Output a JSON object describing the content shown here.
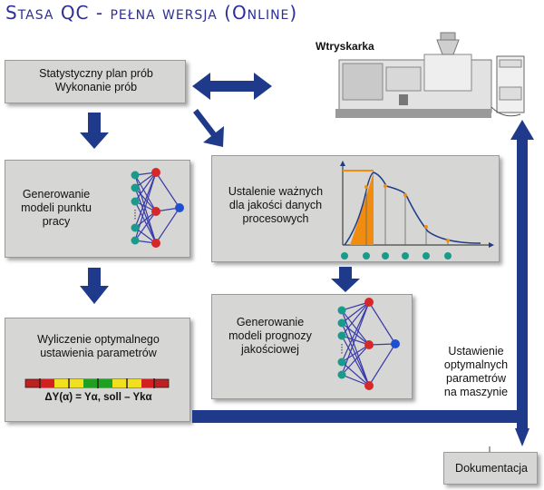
{
  "title": "Stasa QC - pełna wersja (Online)",
  "boxes": {
    "plan": {
      "line1": "Statystyczny plan prób",
      "line2": "Wykonanie prób"
    },
    "model_punkt": {
      "line1": "Generowanie",
      "line2": "modeli punktu",
      "line3": "pracy"
    },
    "ustalenie": {
      "line1": "Ustalenie ważnych",
      "line2": "dla jakości  danych",
      "line3": "procesowych"
    },
    "prognoza": {
      "line1": "Generowanie",
      "line2": "modeli prognozy",
      "line3": "jakościowej"
    },
    "wyliczenie": {
      "line1": "Wyliczenie optymalnego",
      "line2": "ustawienia parametrów",
      "formula": "ΔY(α) = Yα, soll – Ykα"
    },
    "dokumentacja": {
      "label": "Dokumentacja"
    }
  },
  "machine": {
    "label": "Wtryskarka"
  },
  "side_label": {
    "line1": "Ustawienie",
    "line2": "optymalnych",
    "line3": "parametrów",
    "line4": "na maszynie"
  },
  "colors": {
    "arrow": "#1f3a8a",
    "node_red": "#d62828",
    "node_teal": "#1a9a8a",
    "node_blue": "#1f4fd1",
    "orange": "#f08c10"
  },
  "param_scale": [
    "red",
    "red",
    "yellow",
    "yellow",
    "green",
    "green",
    "yellow",
    "yellow",
    "red",
    "red"
  ]
}
